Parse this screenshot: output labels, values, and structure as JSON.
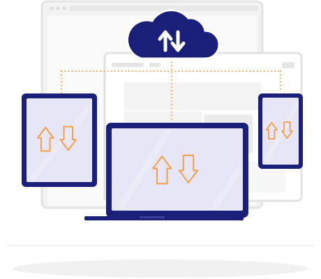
{
  "illustration": {
    "subject": "cloud-sync-across-devices",
    "elements": [
      "cloud-icon",
      "back-browser-window",
      "front-browser-window",
      "tablet-device",
      "laptop-device",
      "phone-device",
      "connector-lines"
    ],
    "colors": {
      "navy": "#1a1f7a",
      "screen_fill": "#e6e6f7",
      "sync_arrows": "#f5a04a",
      "connector_dots": "#f5a04a",
      "window_frame": "#eeeeee",
      "window_border": "#e2e2e2",
      "shadow": "#f0f0f0",
      "cloud_arrows": "#ffffff"
    }
  }
}
